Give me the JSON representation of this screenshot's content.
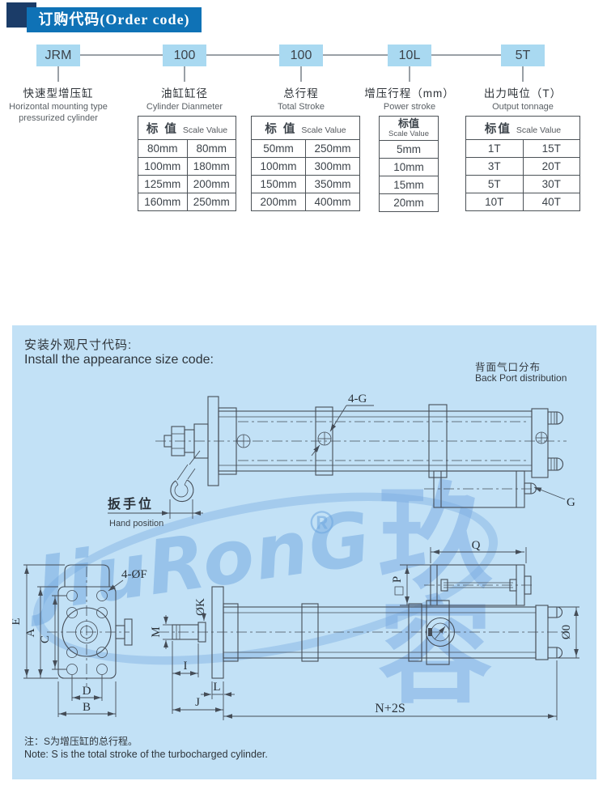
{
  "header": {
    "title": "订购代码(Order code)"
  },
  "order_code": {
    "segments": [
      {
        "code": "JRM",
        "label_zh": "快速型增压缸",
        "label_en": "Horizontal mounting type pressurized cylinder"
      },
      {
        "code": "100",
        "label_zh": "油缸缸径",
        "label_en": "Cylinder Dianmeter"
      },
      {
        "code": "100",
        "label_zh": "总行程",
        "label_en": "Total  Stroke"
      },
      {
        "code": "10L",
        "label_zh": "增压行程（mm）",
        "label_en": "Power stroke"
      },
      {
        "code": "5T",
        "label_zh": "出力吨位（T）",
        "label_en": "Output  tonnage"
      }
    ],
    "tables": [
      {
        "header_zh": "标 值",
        "header_en": "Scale Value",
        "columns": 2,
        "rows": [
          [
            "80mm",
            "80mm"
          ],
          [
            "100mm",
            "180mm"
          ],
          [
            "125mm",
            "200mm"
          ],
          [
            "160mm",
            "250mm"
          ]
        ]
      },
      {
        "header_zh": "标 值",
        "header_en": "Scale Value",
        "columns": 2,
        "rows": [
          [
            "50mm",
            "250mm"
          ],
          [
            "100mm",
            "300mm"
          ],
          [
            "150mm",
            "350mm"
          ],
          [
            "200mm",
            "400mm"
          ]
        ]
      },
      {
        "header_zh": "标值",
        "header_en": "Scale Value",
        "columns": 1,
        "rows": [
          [
            "5mm"
          ],
          [
            "10mm"
          ],
          [
            "15mm"
          ],
          [
            "20mm"
          ]
        ]
      },
      {
        "header_zh": "标值",
        "header_en": "Scale Value",
        "columns": 2,
        "rows": [
          [
            "1T",
            "15T"
          ],
          [
            "3T",
            "20T"
          ],
          [
            "5T",
            "30T"
          ],
          [
            "10T",
            "40T"
          ]
        ]
      }
    ]
  },
  "install": {
    "title_zh": "安装外观尺寸代码:",
    "title_en": "Install the appearance size code:",
    "back_port_zh": "背面气口分布",
    "back_port_en": "Back Port distribution",
    "note_zh": "注：S为增压缸的总行程。",
    "note_en": "Note: S is the total stroke of the turbocharged cylinder.",
    "watermark": {
      "brand": "JiuRonG",
      "reg": "®",
      "cn": "玖容"
    },
    "dims": {
      "top_port": "4-G",
      "g": "G",
      "hand_zh": "扳手位",
      "hand_en": "Hand position",
      "q": "Q",
      "p": "P",
      "f": "4-ØF",
      "k": "ØK",
      "m": "M",
      "i": "I",
      "l": "L",
      "j": "J",
      "n2s": "N+2S",
      "o": "Ø0",
      "e": "E",
      "a": "A",
      "c": "C",
      "d": "D",
      "b": "B"
    }
  },
  "colors": {
    "badge_navy": "#1b3c68",
    "badge_blue": "#0f72b6",
    "code_box_blue": "#a9d9f1",
    "panel_blue": "#c2e1f6",
    "line_gray": "#454d57",
    "watermark_blue": "#7fb4e4"
  }
}
